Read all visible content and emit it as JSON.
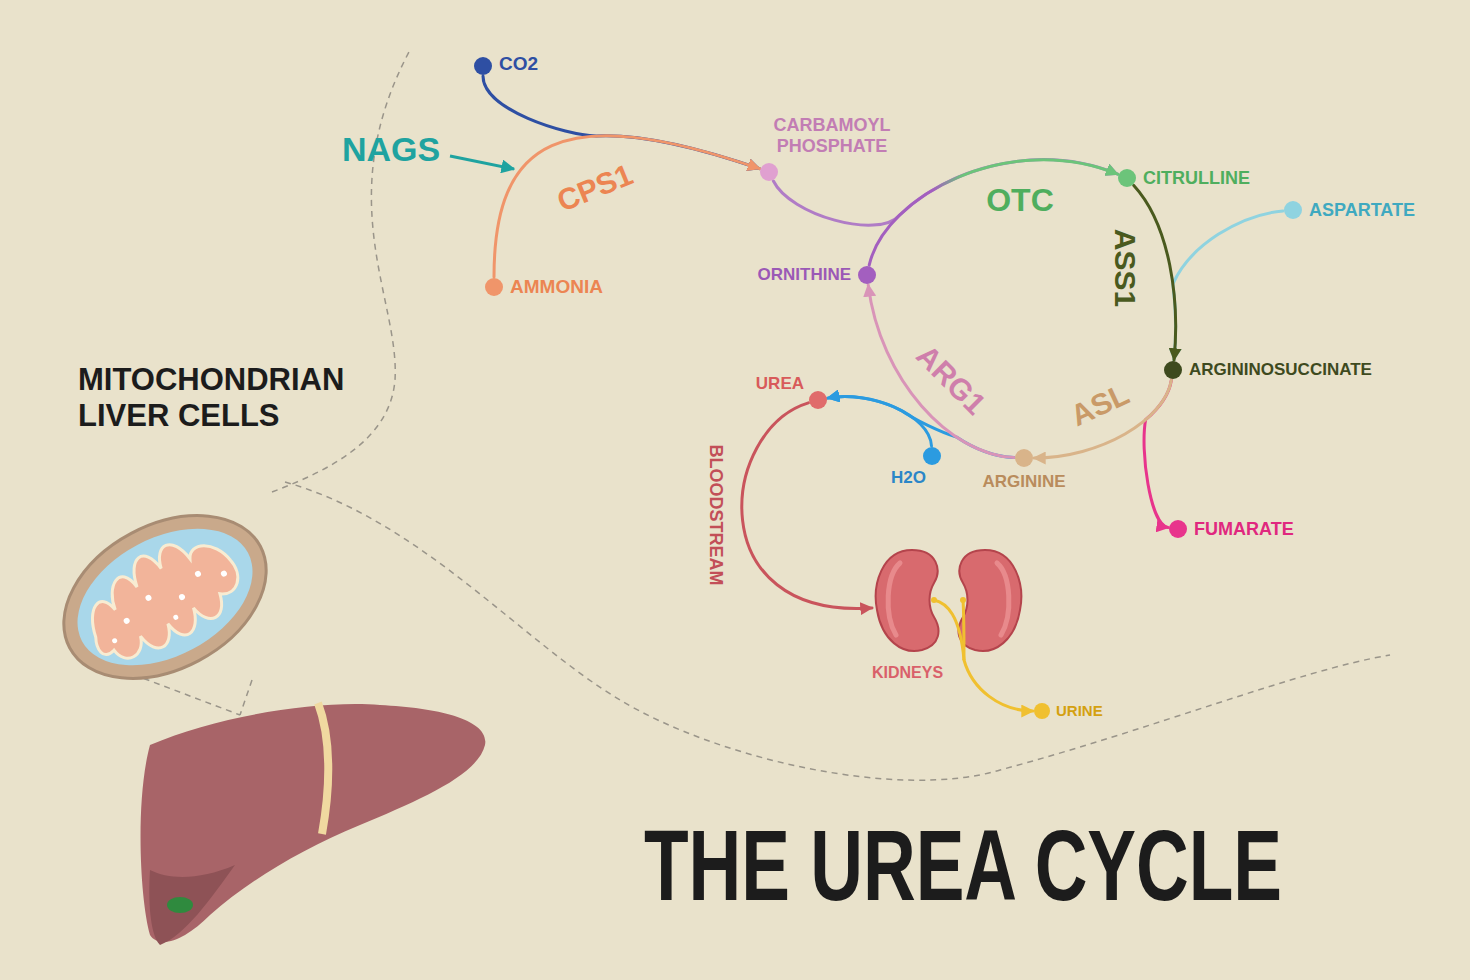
{
  "diagram": {
    "title": "THE UREA CYCLE",
    "nodes": [
      {
        "text": [
          "CO2"
        ]
      },
      {
        "text": [
          "AMMONIA"
        ]
      },
      {
        "text": [
          "CARBAMOYL PHOSPHATE"
        ]
      },
      {
        "text": [
          "ORNITHINE"
        ]
      },
      {
        "text": [
          "CITRULLINE"
        ]
      },
      {
        "text": [
          "ASPARTATE"
        ]
      },
      {
        "text": [
          "ARGININOSUCCINATE"
        ]
      },
      {
        "text": [
          "FUMARATE"
        ]
      },
      {
        "text": [
          "ARGININE"
        ]
      },
      {
        "text": [
          "H2O"
        ]
      },
      {
        "text": [
          "UREA"
        ]
      },
      {
        "text": [
          "KIDNEYS"
        ]
      },
      {
        "text": [
          "URINE"
        ]
      }
    ],
    "edges": [
      {
        "from": 1,
        "to": 2,
        "label": "CPS1",
        "arrow": "to"
      },
      {
        "from": 0,
        "to": 2,
        "arrow": "to"
      },
      {
        "from": 3,
        "to": 4,
        "label": "OTC",
        "arrow": "to"
      },
      {
        "from": 2,
        "to": 4,
        "arrow": "to"
      },
      {
        "from": 4,
        "to": 6,
        "label": "ASS1",
        "arrow": "to"
      },
      {
        "from": 5,
        "to": 6,
        "arrow": "to"
      },
      {
        "from": 6,
        "to": 8,
        "label": "ASL",
        "arrow": "to"
      },
      {
        "from": 6,
        "to": 7,
        "arrow": "to"
      },
      {
        "from": 8,
        "to": 3,
        "label": "ARG1",
        "arrow": "to"
      },
      {
        "from": 9,
        "to": 10,
        "arrow": "to"
      },
      {
        "from": 8,
        "to": 10,
        "arrow": "to"
      },
      {
        "from": 10,
        "to": 11,
        "label": "BLOODSTREAM",
        "arrow": "to"
      },
      {
        "from": 11,
        "to": 12,
        "arrow": "to"
      }
    ],
    "labels": [
      "NAGS",
      "MITOCHONDRIAN LIVER CELLS"
    ]
  }
}
